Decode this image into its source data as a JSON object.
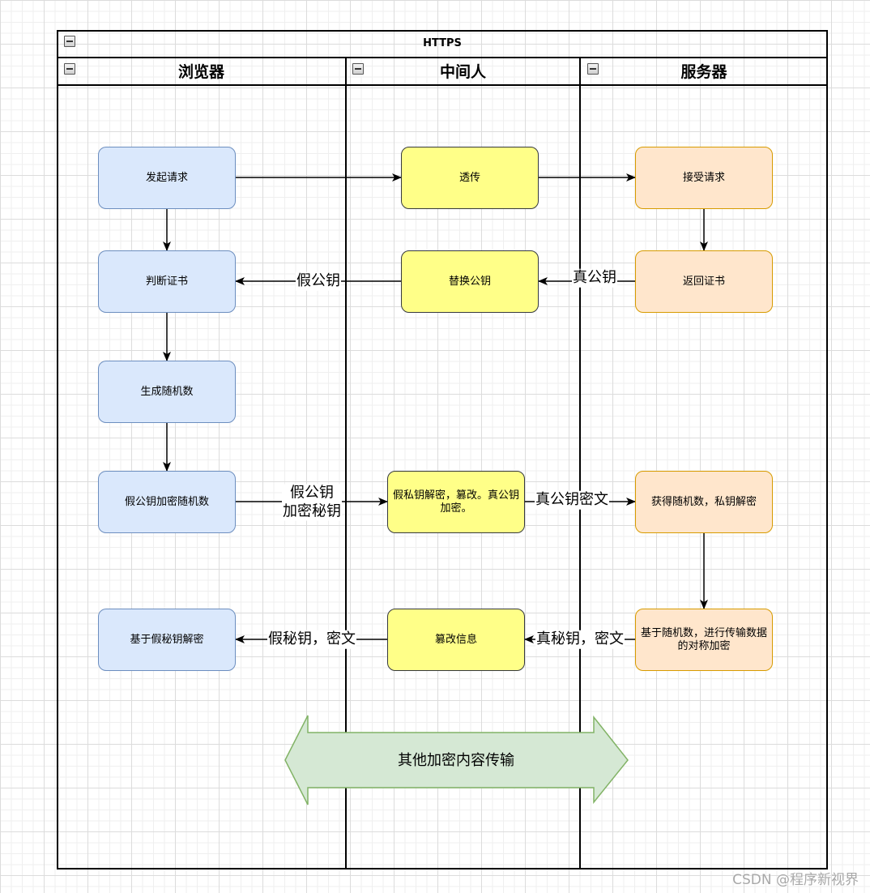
{
  "pool": {
    "title": "HTTPS"
  },
  "lanes": [
    {
      "label": "浏览器"
    },
    {
      "label": "中间人"
    },
    {
      "label": "服务器"
    }
  ],
  "nodes": {
    "browser": [
      "发起请求",
      "判断证书",
      "生成随机数",
      "假公钥加密随机数",
      "基于假秘钥解密"
    ],
    "middleman": [
      "透传",
      "替换公钥",
      "假私钥解密，篡改。真公钥加密。",
      "篡改信息"
    ],
    "server": [
      "接受请求",
      "返回证书",
      "获得随机数，私钥解密",
      "基于随机数，进行传输数据的对称加密"
    ]
  },
  "edge_labels": {
    "real_public_key": "真公钥",
    "fake_public_key": "假公钥",
    "fake_key_encrypt": "假公钥\n加密秘钥",
    "real_key_ciphertext": "真公钥密文",
    "real_secret_ciphertext": "真秘钥，密文",
    "fake_secret_ciphertext": "假秘钥，密文"
  },
  "banner": {
    "label": "其他加密内容传输"
  },
  "icons": {
    "collapse": "collapse-minus-icon"
  },
  "colors": {
    "browser_fill": "#dae8fc",
    "browser_stroke": "#6c8ebf",
    "middle_fill": "#ffff88",
    "middle_stroke": "#36393d",
    "server_fill": "#ffe6cc",
    "server_stroke": "#d79b00",
    "banner_fill": "#d5e8d4",
    "banner_stroke": "#82b366"
  },
  "watermark": "CSDN @程序新视界"
}
